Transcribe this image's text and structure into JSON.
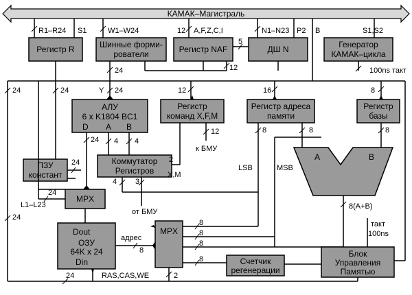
{
  "bus": {
    "label": "КАМАК–Магистраль"
  },
  "blocks": {
    "reg_r": {
      "line1": "Регистр R"
    },
    "bus_drivers": {
      "line1": "Шинные форми-",
      "line2": "рователи"
    },
    "reg_naf": {
      "line1": "Регистр NAF"
    },
    "dsh_n": {
      "line1": "ДШ N"
    },
    "cycle_gen": {
      "line1": "Генератор",
      "line2": "КАМАК–цикла"
    },
    "alu": {
      "line1": "АЛУ",
      "line2": "6 x K1804 BC1",
      "port_d": "D",
      "port_a": "A",
      "port_b": "B"
    },
    "reg_cmd": {
      "line1": "Регистр",
      "line2": "команд X,F,M"
    },
    "reg_addr": {
      "line1": "Регистр адреса",
      "line2": "памяти"
    },
    "reg_base": {
      "line1": "Регистр",
      "line2": "базы"
    },
    "pzu": {
      "line1": "ПЗУ",
      "line2": "констант"
    },
    "switch": {
      "line1": "Коммутатор",
      "line2": "Регистров"
    },
    "adder": {
      "port_a": "A",
      "port_b": "B"
    },
    "mpx1": {
      "line1": "MPX"
    },
    "ozu": {
      "dout": "Dout",
      "line2": "ОЗУ",
      "line3": "64K x 24",
      "din": "Din"
    },
    "mpx2": {
      "line1": "MPX"
    },
    "refresh": {
      "line1": "Счетчик",
      "line2": "регенерации"
    },
    "mem_ctrl": {
      "line1": "Блок",
      "line2": "Управления",
      "line3": "Памятью"
    }
  },
  "labels": {
    "r1_r24": "R1–R24",
    "s1": "S1",
    "w1_w24": "W1–W24",
    "n12_naf": "12",
    "afzci": "A,F,Z,C,I",
    "n1_n23": "N1–N23",
    "p2": "P2",
    "b": "B",
    "s1s2": "S1,S2",
    "n5": "5",
    "n24_drv": "24",
    "n12_mid": "12",
    "t100_takt": "100ns",
    "takt": "такт",
    "n24_left": "24",
    "n24_regr": "24",
    "y": "Y",
    "n24_y": "24",
    "n12_cmd": "12",
    "n16": "16",
    "n8_base": "8",
    "n8_addr": "8",
    "n12_bmu": "12",
    "k_bmu": "к БМУ",
    "n4_a": "4",
    "n4_b": "4",
    "n24_pzu": "24",
    "n2": "2",
    "xm": "X,M",
    "n4_l": "4",
    "n3": "3",
    "lsb": "LSB",
    "msb": "MSB",
    "n24_mpx": "24",
    "n24_to_mpx": "24",
    "l1_l23": "L1–L23",
    "n24_ll": "24",
    "ot_bmu": "от БМУ",
    "n8_ab": "8(A+B)",
    "takt2": "такт",
    "t100_2": "100ns",
    "adres": "адрес",
    "n8_a": "8",
    "n8_b": "8",
    "n8_c": "8",
    "n8_d": "8",
    "n8_e": "8",
    "n24_bottom": "24",
    "ras": "RAS,CAS,WE",
    "n2_bottom": "2"
  }
}
